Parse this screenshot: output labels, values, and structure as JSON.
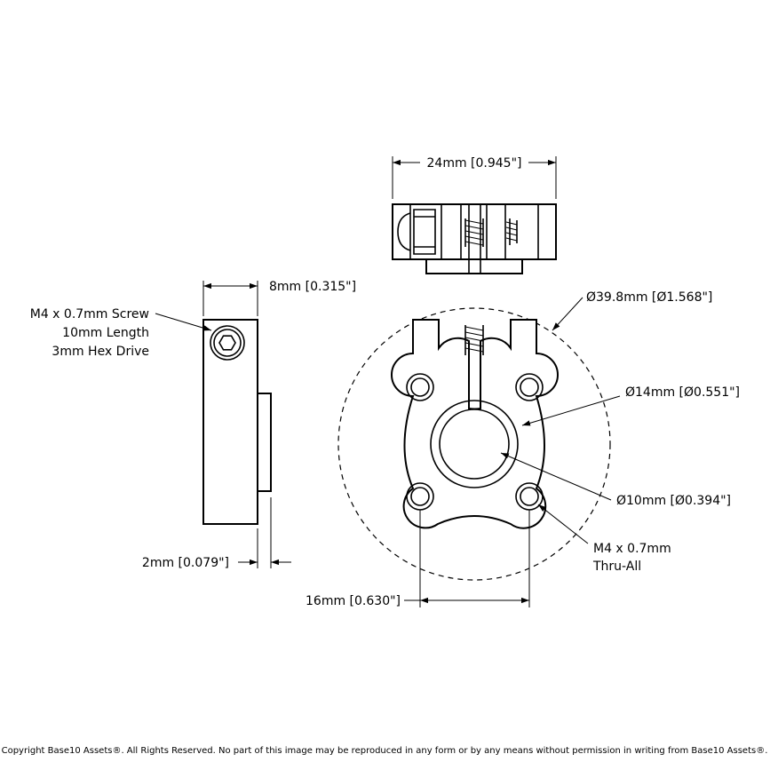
{
  "dimensions": {
    "width_top": "24mm [0.945\"]",
    "thickness_side": "8mm [0.315\"]",
    "boss_height": "2mm [0.079\"]",
    "bolt_circle": "Ø39.8mm [Ø1.568\"]",
    "outer_hub": "Ø14mm [Ø0.551\"]",
    "bore": "Ø10mm [Ø0.394\"]",
    "hole_spacing": "16mm [0.630\"]"
  },
  "callouts": {
    "screw": [
      "M4 x 0.7mm Screw",
      "10mm Length",
      "3mm Hex Drive"
    ],
    "thru_holes": [
      "M4 x 0.7mm",
      "Thru-All"
    ]
  },
  "copyright": "Copyright Base10 Assets®.  All Rights Reserved. No part of this image may be reproduced in any form or by any means without permission in writing from Base10 Assets®."
}
